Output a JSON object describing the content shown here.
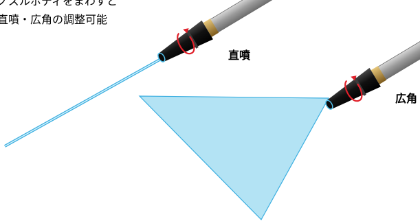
{
  "description": {
    "line1": "ノズルボディをまわすと",
    "line2": "直噴・広角の調整可能"
  },
  "modes": {
    "direct_label": "直噴",
    "wide_label": "広角"
  },
  "colors": {
    "spray_fill": "#b3e3f4",
    "spray_stroke": "#3aaee0",
    "nozzle_body": "#1a1a1a",
    "nozzle_highlight": "#5a5a5a",
    "hose_metal": "#9a9a9a",
    "rotation_arrow": "#e0202a",
    "brass_fitting": "#b08a3a"
  },
  "icons": {
    "rotation": "circular-arrow-icon",
    "nozzle": "spray-nozzle-icon"
  }
}
